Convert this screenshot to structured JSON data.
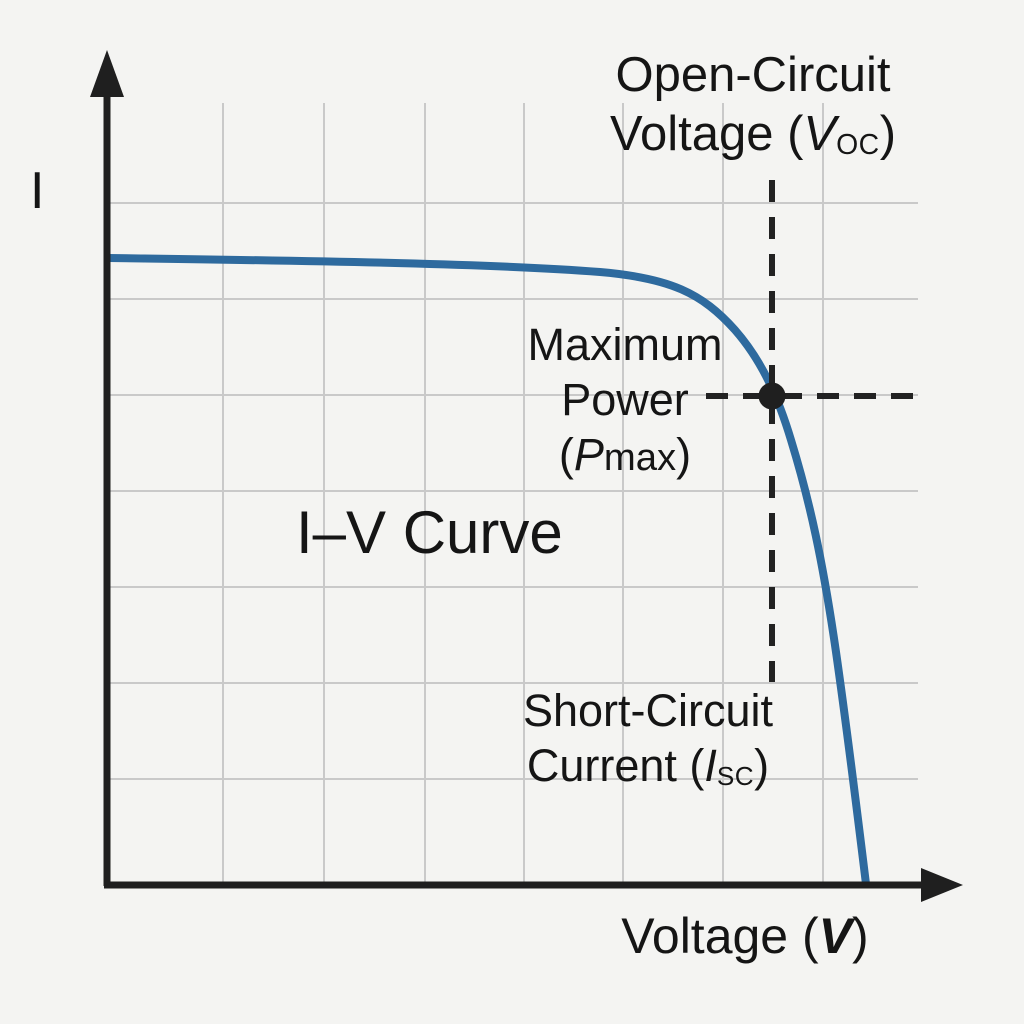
{
  "colors": {
    "background": "#f4f4f2",
    "grid": "#c9c9c9",
    "axis": "#1f1f1f",
    "curve": "#2e6a9e",
    "marker": "#1f1f1f",
    "dashed_line": "#222222",
    "text": "#151515"
  },
  "labels": {
    "y_axis": "I",
    "x_axis_prefix": "Voltage (",
    "x_axis_symbol": "V",
    "x_axis_suffix": ")",
    "curve_label": "I–V Curve",
    "open_circuit": {
      "line1": "Open-Circuit",
      "line2_prefix": "Voltage (",
      "symbol": "V",
      "subscript": "OC",
      "suffix": ")"
    },
    "maximum_power": {
      "line1": "Maximum",
      "line2": "Power",
      "line3_prefix": "(",
      "symbol": "P",
      "symbol_suffix": "max",
      "suffix": ")"
    },
    "short_circuit": {
      "line1": "Short-Circuit",
      "line2_prefix": "Current (",
      "symbol": "I",
      "subscript": "SC",
      "suffix": ")"
    }
  },
  "chart_data": {
    "type": "line",
    "title": "I–V Curve",
    "xlabel": "Voltage (V)",
    "ylabel": "I",
    "axis_numeric_labels": false,
    "grid": true,
    "legend": false,
    "x_range_normalized": [
      0,
      1
    ],
    "y_range_normalized": [
      0,
      1
    ],
    "series": [
      {
        "name": "I–V curve",
        "color": "#2e6a9e",
        "x": [
          0,
          0.25,
          0.52,
          0.65,
          0.75,
          0.81,
          0.85,
          0.875,
          0.91,
          0.94,
          0.96,
          0.975,
          0.99,
          1.0
        ],
        "y": [
          1.0,
          0.997,
          0.99,
          0.978,
          0.94,
          0.885,
          0.83,
          0.78,
          0.66,
          0.54,
          0.375,
          0.25,
          0.14,
          0.0
        ]
      }
    ],
    "annotations": [
      {
        "label": "Open-Circuit Voltage (Voc)",
        "type": "vertical-dashed-line",
        "x": 0.875
      },
      {
        "label": "Maximum Power (Pmax)",
        "type": "point-with-dashed-crosshair",
        "x": 0.875,
        "y": 0.78
      },
      {
        "label": "Short-Circuit Current (Isc)",
        "type": "text-label"
      },
      {
        "label": "I–V Curve",
        "type": "text-label"
      }
    ]
  }
}
